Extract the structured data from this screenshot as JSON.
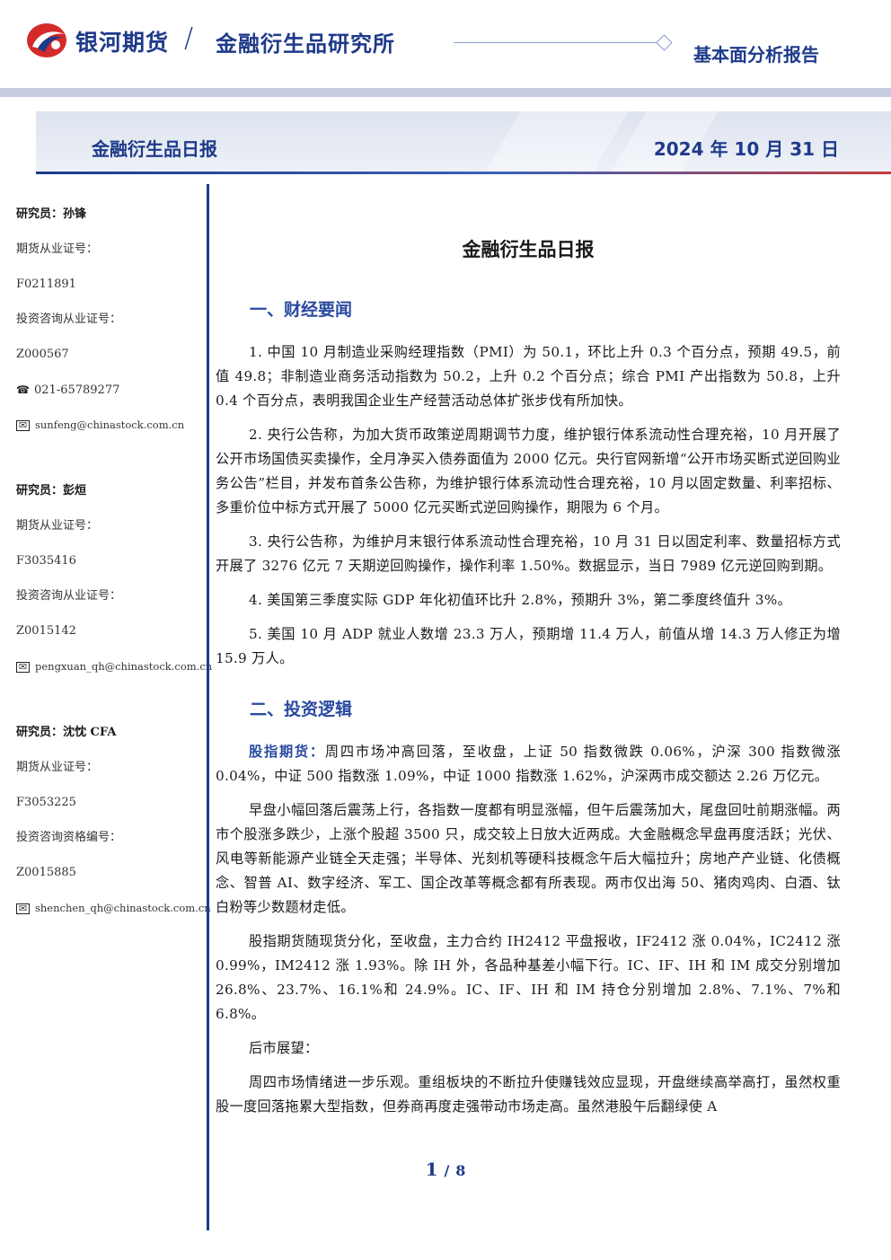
{
  "header": {
    "brand_name": "银河期货",
    "slash": "/",
    "department": "金融衍生品研究所",
    "report_type": "基本面分析报告",
    "logo_colors": {
      "red": "#d42a2a",
      "blue": "#1e3a8a"
    }
  },
  "title_bar": {
    "daily_title": "金融衍生品日报",
    "date": "2024 年 10 月 31 日"
  },
  "sidebar": {
    "researchers": [
      {
        "title": "研究员：孙锋",
        "license_label": "期货从业证号：",
        "license_no": "F0211891",
        "consult_label": "投资咨询从业证号：",
        "consult_no": "Z000567",
        "phone": "021-65789277",
        "email": "sunfeng@chinastock.com.cn"
      },
      {
        "title": "研究员：彭烜",
        "license_label": "期货从业证号：",
        "license_no": "F3035416",
        "consult_label": "投资咨询从业证号：",
        "consult_no": "Z0015142",
        "email": "pengxuan_qh@chinastock.com.cn"
      },
      {
        "title": "研究员：沈忱  CFA",
        "license_label": "期货从业证号：",
        "license_no": "F3053225",
        "consult_label": "投资咨询资格编号：",
        "consult_no": "Z0015885",
        "email": "shenchen_qh@chinastock.com.cn"
      }
    ]
  },
  "main": {
    "doc_title": "金融衍生品日报",
    "section1_heading": "一、财经要闻",
    "section1_paras": [
      "1. 中国 10 月制造业采购经理指数（PMI）为 50.1，环比上升 0.3 个百分点，预期 49.5，前值 49.8；非制造业商务活动指数为 50.2，上升 0.2 个百分点；综合 PMI 产出指数为 50.8，上升 0.4 个百分点，表明我国企业生产经营活动总体扩张步伐有所加快。",
      "2. 央行公告称，为加大货币政策逆周期调节力度，维护银行体系流动性合理充裕，10 月开展了公开市场国债买卖操作，全月净买入债券面值为 2000 亿元。央行官网新增“公开市场买断式逆回购业务公告”栏目，并发布首条公告称，为维护银行体系流动性合理充裕，10 月以固定数量、利率招标、多重价位中标方式开展了 5000 亿元买断式逆回购操作，期限为 6 个月。",
      "3. 央行公告称，为维护月末银行体系流动性合理充裕，10 月 31 日以固定利率、数量招标方式开展了 3276 亿元 7 天期逆回购操作，操作利率 1.50%。数据显示，当日 7989 亿元逆回购到期。",
      "4. 美国第三季度实际 GDP 年化初值环比升 2.8%，预期升 3%，第二季度终值升 3%。",
      "5. 美国 10 月 ADP 就业人数增 23.3 万人，预期增 11.4 万人，前值从增 14.3 万人修正为增 15.9 万人。"
    ],
    "section2_heading": "二、投资逻辑",
    "stock_label": "股指期货：",
    "stock_para": "周四市场冲高回落，至收盘，上证 50 指数微跌 0.06%，沪深 300 指数微涨 0.04%，中证 500 指数涨 1.09%，中证 1000 指数涨 1.62%，沪深两市成交额达 2.26 万亿元。",
    "para_morning": "早盘小幅回落后震荡上行，各指数一度都有明显涨幅，但午后震荡加大，尾盘回吐前期涨幅。两市个股涨多跌少，上涨个股超 3500 只，成交较上日放大近两成。大金融概念早盘再度活跃；光伏、风电等新能源产业链全天走强；半导体、光刻机等硬科技概念午后大幅拉升；房地产产业链、化债概念、智普 AI、数字经济、军工、国企改革等概念都有所表现。两市仅出海 50、猪肉鸡肉、白酒、钛白粉等少数题材走低。",
    "para_futures": "股指期货随现货分化，至收盘，主力合约 IH2412 平盘报收，IF2412 涨 0.04%，IC2412 涨 0.99%，IM2412 涨 1.93%。除 IH 外，各品种基差小幅下行。IC、IF、IH 和 IM 成交分别增加 26.8%、23.7%、16.1%和 24.9%。IC、IF、IH 和 IM 持仓分别增加 2.8%、7.1%、7%和 6.8%。",
    "outlook_label": "后市展望：",
    "para_outlook": "周四市场情绪进一步乐观。重组板块的不断拉升使赚钱效应显现，开盘继续高举高打，虽然权重股一度回落拖累大型指数，但券商再度走强带动市场走高。虽然港股午后翻绿使 A"
  },
  "footer": {
    "page_current": "1",
    "page_sep": "/",
    "page_total": "8"
  }
}
